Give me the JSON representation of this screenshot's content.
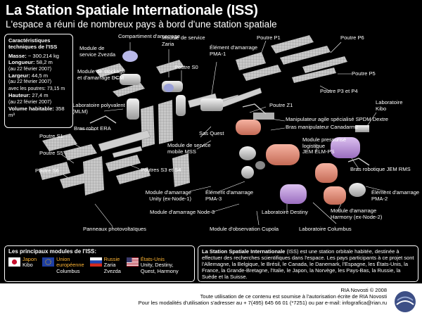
{
  "title": "La Station Spatiale Internationale (ISS)",
  "subtitle": "L'espace a réuni de nombreux pays à bord d'une station spatiale",
  "specs": {
    "heading1": "Caractéristiques",
    "heading2": "techniques de l'ISS",
    "mass_label": "Masse:",
    "mass_value": " ~ 300.214 kg",
    "length_label": "Longueur:",
    "length_value": " 58,2 m",
    "length_date": "(au 22 février 2007)",
    "width_label": "Largeur:",
    "width_value": " 44,5 m",
    "width_date": "(au 22 février 2007)",
    "width_note": "avec les poutres: 73,15 m",
    "height_label": "Hauteur:",
    "height_value": " 27,4 m",
    "height_date": "(au 22 février 2007)",
    "volume_label": "Volume habitable:",
    "volume_value": " 358 m³"
  },
  "labels": {
    "compartiment": "Compartiment d'amarrage",
    "service_zvezda": "Module de\nservice Zvezda",
    "service_zaria": "Module de service\nZaria",
    "stockage_dcm": "Module de stockage\net d'amarrage DCM",
    "poutre_s0": "Poutre S0",
    "element_pma1": "Élément d'amarrage\nPMA-1",
    "poutre_p1": "Poutre P1",
    "poutre_p6": "Poutre P6",
    "poutre_p5": "Poutre P5",
    "poutre_p3p4": "Poutre P3 et P4",
    "labo_mlm": "Laboratoire polyvalent\n(MLM)",
    "poutre_z1": "Poutre Z1",
    "laboratoire_kibo": "Laboratoire\nKibo",
    "bras_era": "Bras robot ERA",
    "manip_dextre": "Manipulateur agile spécialisé SPDM Dextre",
    "canadarm2": "Bras manipulateur Canadarm2",
    "sas_quest": "Sas Quest",
    "poutre_s1": "Poutre S1",
    "service_mss": "Module de service\nmobile MSS",
    "jem_ps": "Module pressurisé\nlogistique\nJEM ELM-PS",
    "poutre_s5": "Poutre S5",
    "poutre_s3s4": "Poutres S3 et S4",
    "jem_rms": "Bras robotique JEM RMS",
    "poutre_s6": "Poutre S6",
    "unity": "Module d'amarrage\nUnity (ex-Node-1)",
    "pma3": "Élément d'amarrage\nPMA-3",
    "pma2": "Élément d'amarrage\nPMA-2",
    "node3": "Module d'amarrage Node-3",
    "destiny": "Laboratoire Destiny",
    "harmony": "Module d'amarrage\nHarmony (ex-Node-2)",
    "panneaux": "Panneaux photovoltaïques",
    "cupola": "Module d'observation Cupola",
    "columbus": "Laboratoire Columbus"
  },
  "modules_box": {
    "heading": "Les principaux modules de l'ISS:",
    "countries": [
      {
        "country": "Japon",
        "modules": "Kibo",
        "flag": "japan"
      },
      {
        "country": "Union\neuropéenne",
        "modules": "Columbus",
        "flag": "eu"
      },
      {
        "country": "Russie",
        "modules": "Zaria\nZvezda",
        "flag": "russia"
      },
      {
        "country": "États-Unis",
        "modules": "Unity, Destiny,\nQuest, Harmony",
        "flag": "usa"
      }
    ]
  },
  "description": {
    "bold": "La Station Spatiale Internationale",
    "text": " (ISS) est une station orbitale habitée, destinée à effectuer des recherches scientifiques dans l'espace. Les pays participants à ce projet sont l'Allemagne, la Belgique, le Brésil, le Canada, le Danemark, l'Espagne, les États-Unis, la France, la Grande-Bretagne, l'Italie, le Japon, la Norvège, les Pays-Bas, la Russie, la Suède et la Suisse."
  },
  "footer": {
    "line1": "RIA Novosti © 2008",
    "line2": "Toute utilisation de ce contenu est soumise à l'autorisation écrite de RIA Novosti",
    "line3": "Pour les modalités d'utilisation s'adresser au + 7(495) 645 66 01 (*7251) ou par e-mail: infografica@rian.ru"
  },
  "colors": {
    "background": "#000000",
    "structure": "#d9d9d9",
    "panel": "#bdbdbd",
    "salmon": "#e8907a",
    "lilac": "#c39be0",
    "country_text": "#ffb533"
  }
}
